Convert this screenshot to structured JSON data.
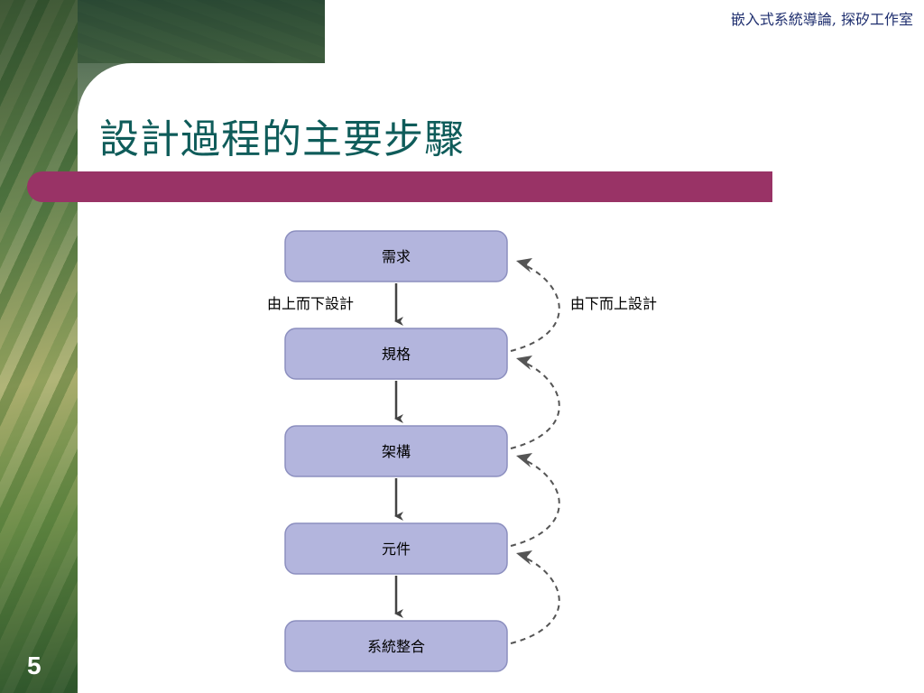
{
  "header": {
    "text": "嵌入式系統導論, 探矽工作室"
  },
  "slide": {
    "title": "設計過程的主要步驟",
    "page_number": "5"
  },
  "diagram": {
    "steps": [
      "需求",
      "規格",
      "架構",
      "元件",
      "系統整合"
    ],
    "top_down_label": "由上而下設計",
    "bottom_up_label": "由下而上設計"
  },
  "colors": {
    "box_fill": "#b3b5dd",
    "box_stroke": "#8c8fbf",
    "arrow": "#444444",
    "title": "#0f5c5a",
    "title_bar": "#993366"
  }
}
